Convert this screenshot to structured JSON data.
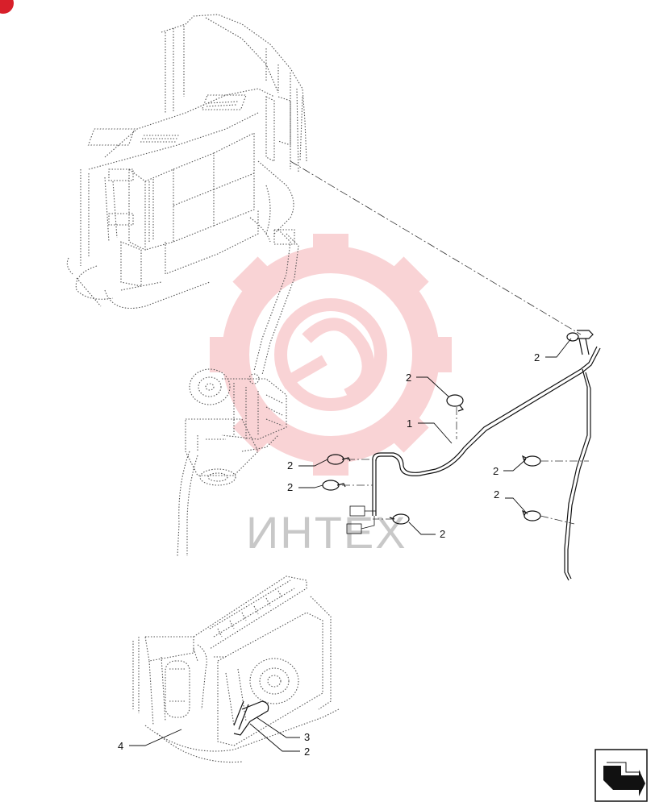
{
  "diagram": {
    "callouts": [
      {
        "id": "c1",
        "label": "1"
      },
      {
        "id": "c2a",
        "label": "2"
      },
      {
        "id": "c2b",
        "label": "2"
      },
      {
        "id": "c2c",
        "label": "2"
      },
      {
        "id": "c2d",
        "label": "2"
      },
      {
        "id": "c2e",
        "label": "2"
      },
      {
        "id": "c2f",
        "label": "2"
      },
      {
        "id": "c2g",
        "label": "2"
      },
      {
        "id": "c2h",
        "label": "2"
      },
      {
        "id": "c3",
        "label": "3"
      },
      {
        "id": "c4",
        "label": "4"
      }
    ]
  },
  "watermark": {
    "text": "ИНТЕХ",
    "color": "#e8404a"
  },
  "corner_badge": {
    "color": "#d81f2a"
  },
  "nav_icon": {
    "name": "next-page-arrow-icon"
  }
}
